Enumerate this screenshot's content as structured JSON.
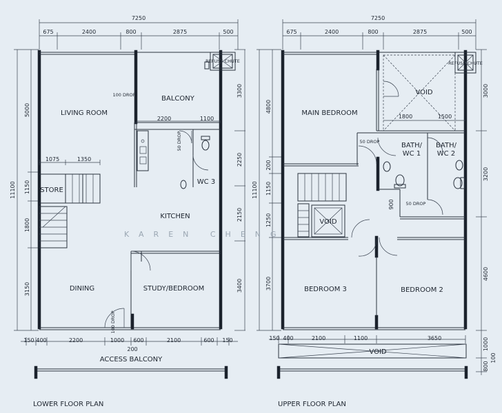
{
  "lower": {
    "title": "LOWER FLOOR PLAN",
    "rooms": {
      "living": "LIVING ROOM",
      "balcony": "BALCONY",
      "store": "STORE",
      "kitchen": "KITCHEN",
      "wc3": "WC 3",
      "dining": "DINING",
      "study": "STUDY/BEDROOM",
      "access": "ACCESS BALCONY",
      "refuse": "REFUSE CHUTE"
    },
    "labels": {
      "drop1": "100 DROP",
      "drop2": "50 DROP",
      "drop3": "100 DROP"
    },
    "dims_top": {
      "total": "7250",
      "d1": "675",
      "d2": "2400",
      "d3": "800",
      "d4": "2875",
      "d5": "500"
    },
    "dims_bottom": {
      "b1": "150",
      "b2": "400",
      "b3": "2200",
      "b4": "1000",
      "b5": "600",
      "b6": "2100",
      "b7": "600",
      "b8": "150",
      "b9": "200"
    },
    "dims_left": {
      "total": "11100",
      "l1": "5000",
      "l2": "1150",
      "l3": "1800",
      "l4": "3150"
    },
    "dims_right": {
      "r1": "3300",
      "r2": "2250",
      "r3": "2150",
      "r4": "3400"
    },
    "dims_inner": {
      "i1": "1075",
      "i2": "1350",
      "i3": "2200",
      "i4": "1100"
    }
  },
  "upper": {
    "title": "UPPER FLOOR PLAN",
    "rooms": {
      "master": "MAIN BEDROOM",
      "void_top": "VOID",
      "bath1": "BATH/",
      "bath1b": "WC 1",
      "bath2": "BATH/",
      "bath2b": "WC 2",
      "void_mid": "VOID",
      "bed3": "BEDROOM 3",
      "bed2": "BEDROOM 2",
      "void_bottom": "VOID",
      "refuse": "REFUSE CHUTE"
    },
    "labels": {
      "drop1": "50 DROP",
      "drop2": "50 DROP"
    },
    "dims_top": {
      "total": "7250",
      "d1": "675",
      "d2": "2400",
      "d3": "800",
      "d4": "2875",
      "d5": "500"
    },
    "dims_bottom": {
      "b1": "150",
      "b2": "400",
      "b3": "2100",
      "b4": "1100",
      "b5": "3650"
    },
    "dims_left": {
      "total": "11100",
      "l1": "4800",
      "l2": "200",
      "l3": "1150",
      "l4": "1250",
      "l5": "3700"
    },
    "dims_right": {
      "r1": "3000",
      "r2": "3200",
      "r3": "4600",
      "r4": "1000",
      "r5": "800",
      "r6": "100"
    },
    "dims_inner": {
      "i1": "1800",
      "i2": "1500",
      "i3": "900"
    }
  },
  "watermark": "KAREN CHENG"
}
